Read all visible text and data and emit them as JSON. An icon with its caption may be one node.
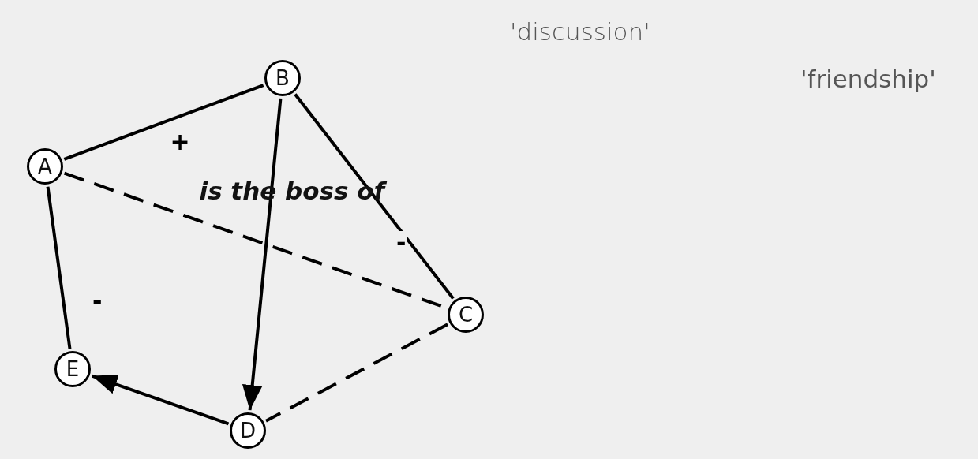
{
  "diagram": {
    "nodes": [
      {
        "text": [
          "A"
        ]
      },
      {
        "text": [
          "B"
        ]
      },
      {
        "text": [
          "C"
        ]
      },
      {
        "text": [
          "D"
        ]
      },
      {
        "text": [
          "E"
        ]
      }
    ],
    "edges": [
      {
        "from": 0,
        "to": 1,
        "arrow": "none",
        "label": "+"
      },
      {
        "from": 0,
        "to": 2,
        "arrow": "none",
        "style": "dashed"
      },
      {
        "from": 1,
        "to": 3,
        "arrow": "to"
      },
      {
        "from": 1,
        "to": 2,
        "arrow": "none",
        "label": "-"
      },
      {
        "from": 0,
        "to": 4,
        "arrow": "none",
        "label": "-"
      },
      {
        "from": 2,
        "to": 3,
        "arrow": "none",
        "style": "dashed"
      },
      {
        "from": 3,
        "to": 4,
        "arrow": "to"
      }
    ],
    "labels": [
      "'discussion'",
      "'friendship'",
      "is the boss of"
    ]
  }
}
